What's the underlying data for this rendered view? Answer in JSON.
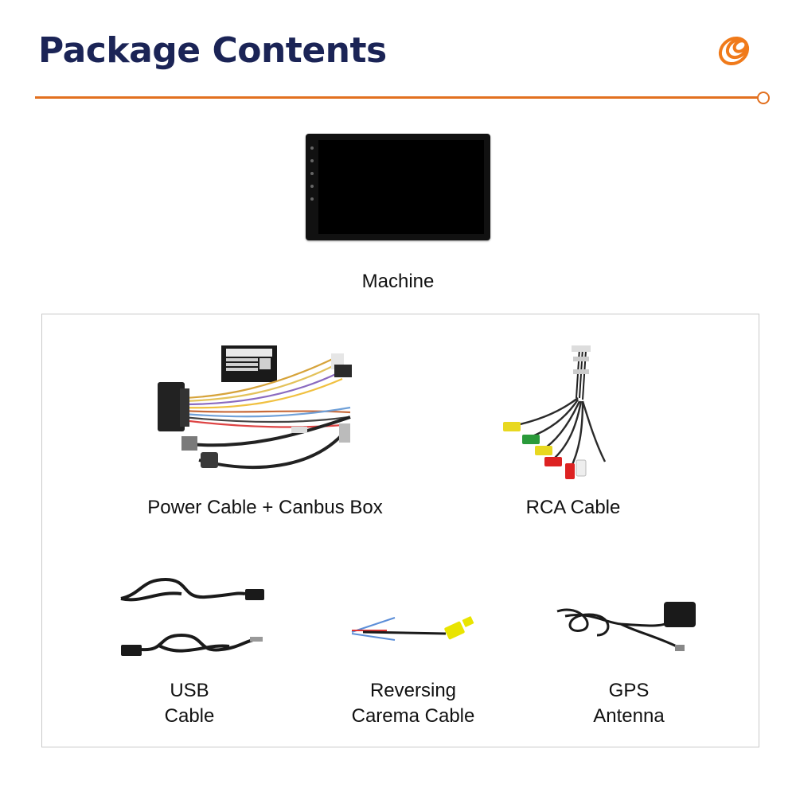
{
  "header": {
    "title": "Package Contents",
    "accent_color": "#e2701f",
    "title_color": "#1b2456"
  },
  "logo": {
    "icon": "spiral-logo-icon"
  },
  "machine": {
    "label": "Machine"
  },
  "items": [
    {
      "label": "Power Cable + Canbus Box",
      "icon": "power-cable-canbus-box-image"
    },
    {
      "label": "RCA Cable",
      "icon": "rca-cable-image"
    },
    {
      "label_line1": "USB",
      "label_line2": "Cable",
      "icon": "usb-cable-image"
    },
    {
      "label_line1": "Reversing",
      "label_line2": "Carema Cable",
      "icon": "reversing-camera-cable-image"
    },
    {
      "label_line1": "GPS",
      "label_line2": "Antenna",
      "icon": "gps-antenna-image"
    }
  ]
}
